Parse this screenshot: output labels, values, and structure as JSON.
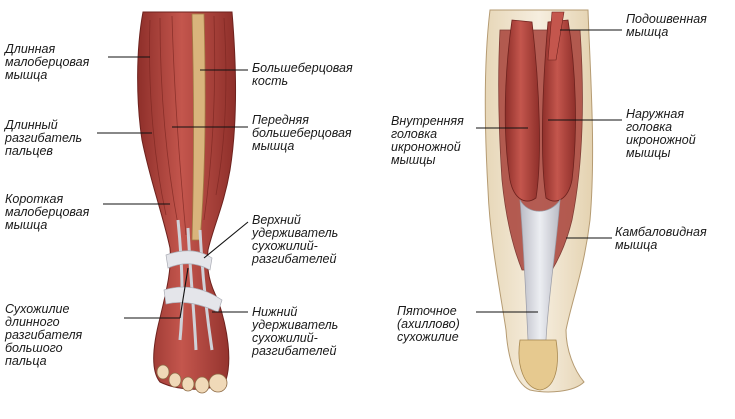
{
  "labels": {
    "peroneus_longus": "Длинная\nмалоберцовая\nмышца",
    "tibia": "Большеберцовая\nкость",
    "ext_digitorum_longus": "Длинный\nразгибатель\nпальцев",
    "tibialis_anterior": "Передняя\nбольшеберцовая\nмышца",
    "peroneus_brevis": "Короткая\nмалоберцовая\nмышца",
    "superior_retinaculum": "Верхний\nудерживатель\nсухожилий-\nразгибателей",
    "ext_hallucis_tendon": "Сухожилие\nдлинного\nразгибателя\nбольшого\nпальца",
    "inferior_retinaculum": "Нижний\nудерживатель\nсухожилий-\nразгибателей",
    "plantaris": "Подошвенная\nмышца",
    "gastro_medial": "Внутренняя\nголовка\nикроножной\nмышцы",
    "gastro_lateral": "Наружная\nголовка\nикроножной\nмышцы",
    "soleus": "Камбаловидная\nмышца",
    "achilles": "Пяточное\n(ахиллово)\nсухожилие"
  },
  "colors": {
    "muscle": "#b5433c",
    "muscle_dark": "#8a2a25",
    "tendon": "#dcdde3",
    "skin": "#f1e7d2",
    "bone": "#e8d8b8",
    "line": "#111111"
  }
}
